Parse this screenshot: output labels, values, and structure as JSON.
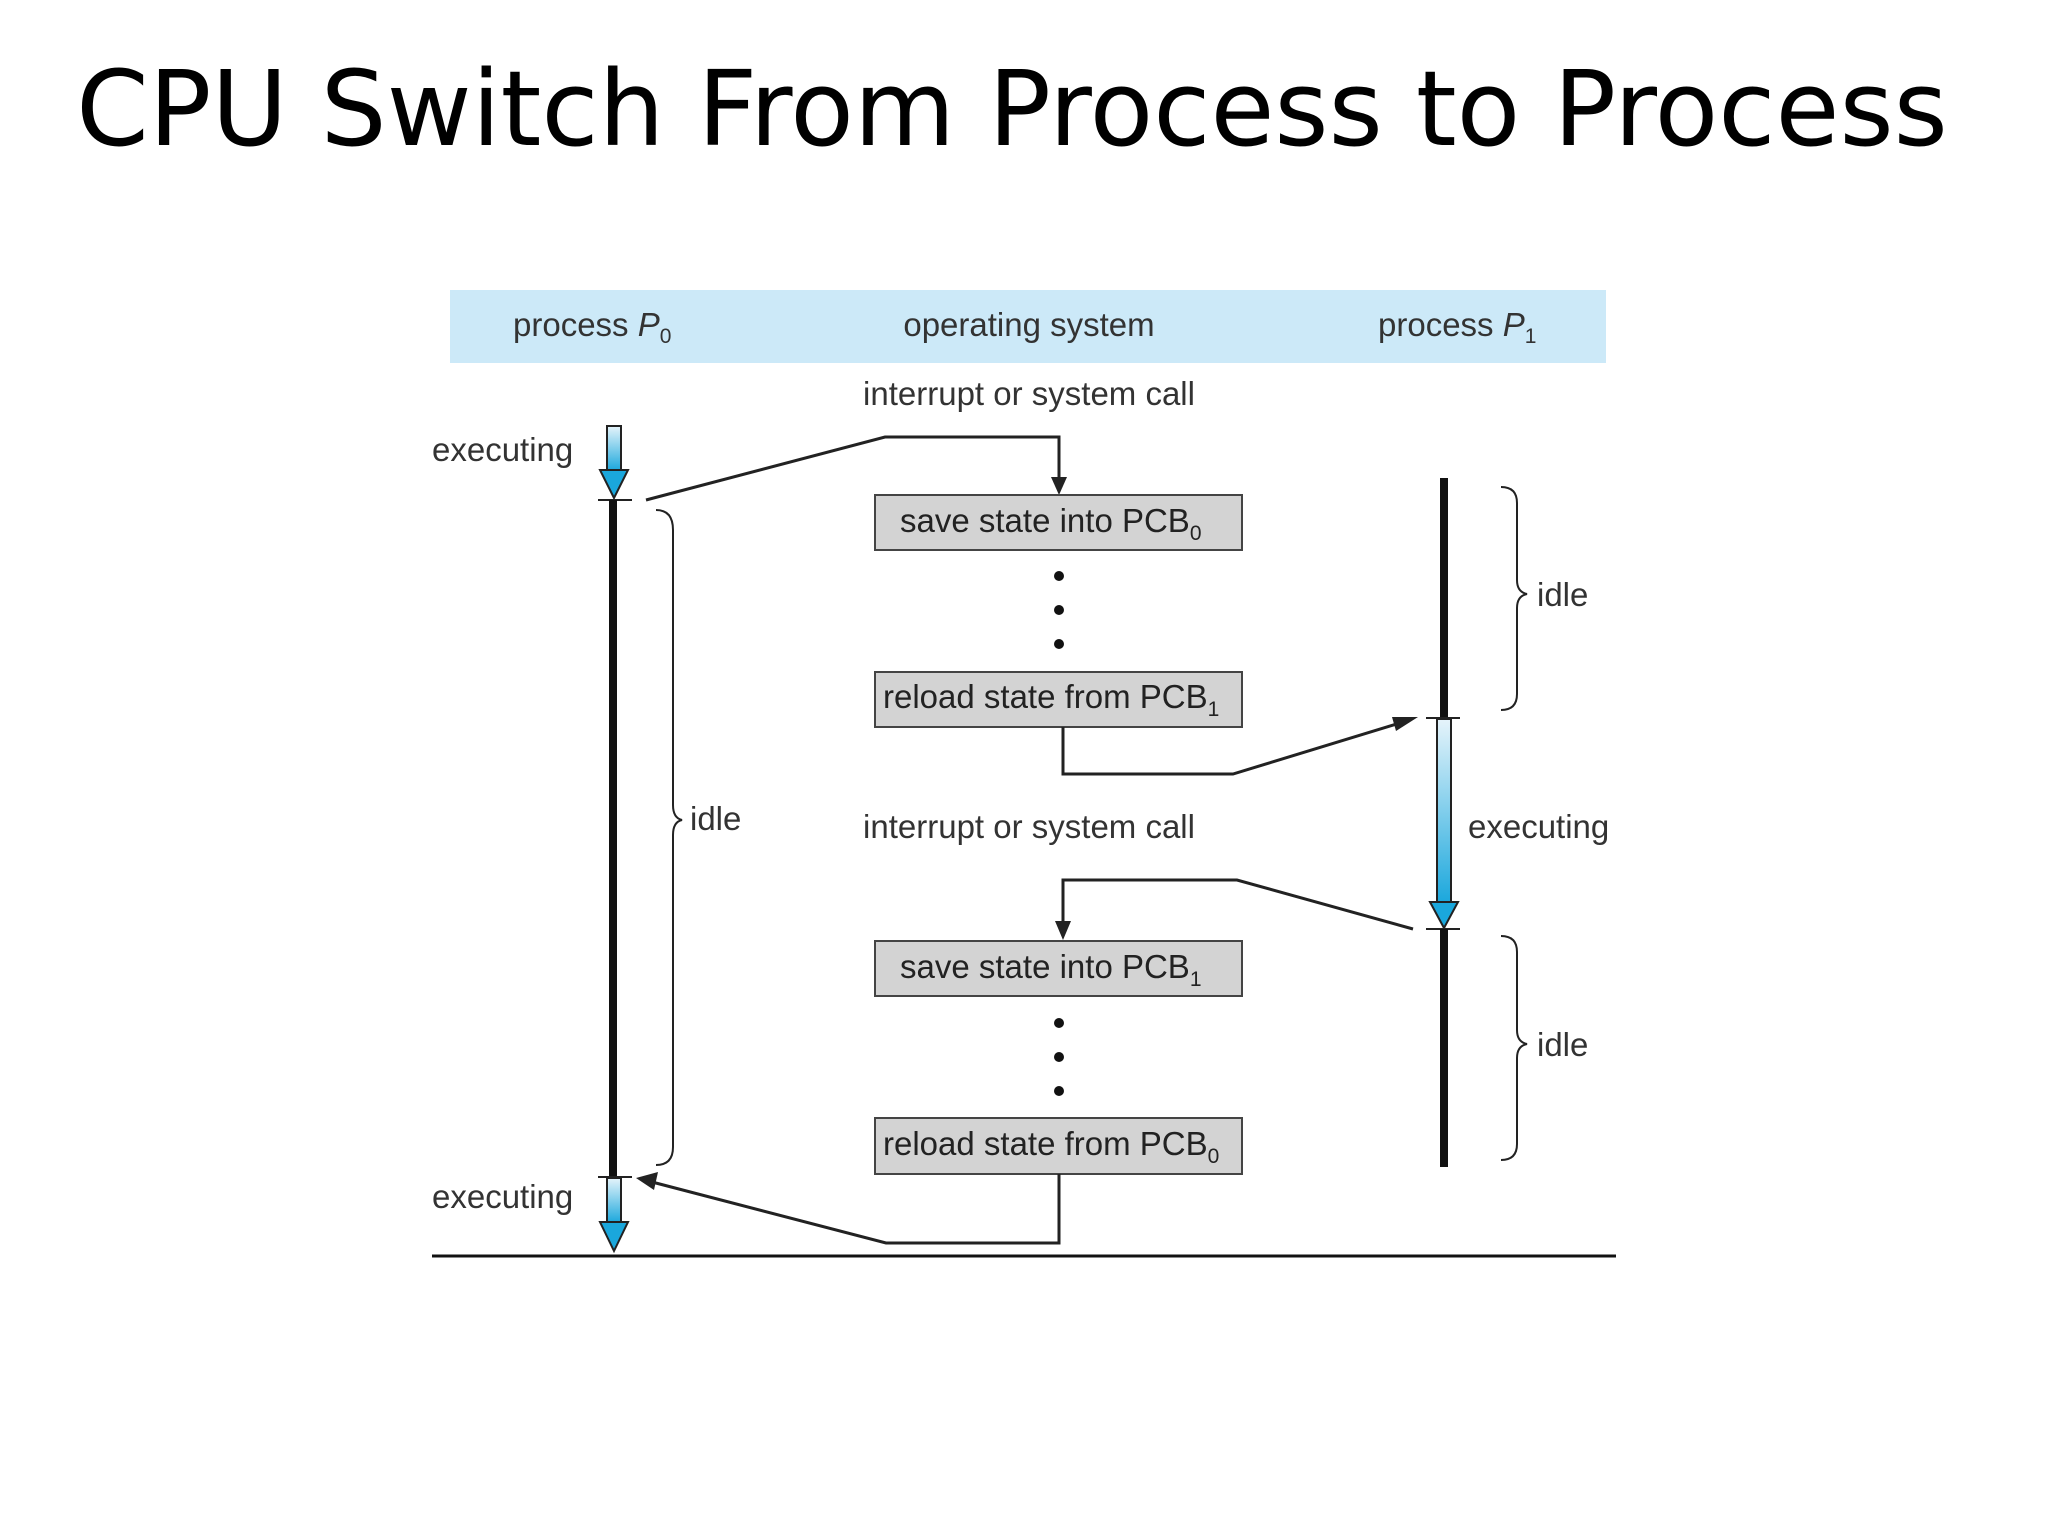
{
  "slide": {
    "title": "CPU Switch From Process to Process"
  },
  "header": {
    "p0": {
      "label": "process",
      "name": "P",
      "sub": "0"
    },
    "os": {
      "label": "operating system"
    },
    "p1": {
      "label": "process",
      "name": "P",
      "sub": "1"
    }
  },
  "events": {
    "interrupt_1": "interrupt or system call",
    "interrupt_2": "interrupt or system call"
  },
  "boxes": {
    "save_pcb0": {
      "text": "save state into PCB",
      "sub": "0"
    },
    "reload_pcb1": {
      "text": "reload state from PCB",
      "sub": "1"
    },
    "save_pcb1": {
      "text": "save state into PCB",
      "sub": "1"
    },
    "reload_pcb0": {
      "text": "reload state from PCB",
      "sub": "0"
    }
  },
  "labels": {
    "p0_executing_top": "executing",
    "p0_idle": "idle",
    "p0_executing_bottom": "executing",
    "p1_idle_top": "idle",
    "p1_executing": "executing",
    "p1_idle_bottom": "idle"
  },
  "colors": {
    "header_band": "#cce9f8",
    "box_fill": "#d3d3d3",
    "executing_arrow_top": "#e6f4fb",
    "executing_arrow_bottom": "#1aa7dc"
  }
}
